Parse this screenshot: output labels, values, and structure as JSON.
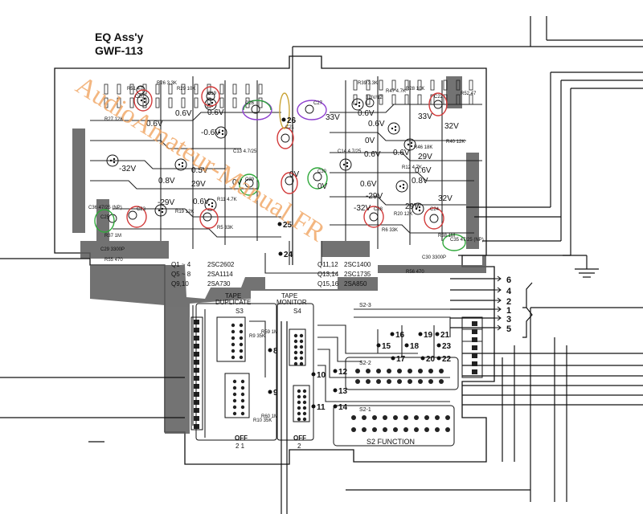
{
  "title": {
    "line1": "EQ Ass'y",
    "line2": "GWF-113"
  },
  "watermark": "AudioAmateur-Manual.FR",
  "voltages": {
    "v1": "0.6V",
    "v2": "0.6V",
    "v3": "0.6V",
    "v4": "-0.6V",
    "v5": "0.5V",
    "v6": "0.8V",
    "v7": "29V",
    "v8": "0V",
    "v9": "0.6V",
    "v10": "-29V",
    "v11": "-32V",
    "v12": "33V",
    "v13": "0.6V",
    "v14": "0.6V",
    "v15": "0V",
    "v16": "0.6V",
    "v17": "0.6V",
    "v18": "29V",
    "v19": "0.6V",
    "v20": "0.8V",
    "v21": "0.6V",
    "v22": "-29V",
    "v23": "29V",
    "v24": "32V",
    "v25": "-32V",
    "v26": "0V",
    "v27": "0V",
    "v28": "32V",
    "v29": "33V"
  },
  "nodes": {
    "n24": "24",
    "n25": "25",
    "n26": "26",
    "n8": "8",
    "n9": "9",
    "n10": "10",
    "n11": "11",
    "n12": "12",
    "n13": "13",
    "n14": "14",
    "n15": "15",
    "n16": "16",
    "n17": "17",
    "n18": "18",
    "n19": "19",
    "n20": "20",
    "n21": "21",
    "n22": "22",
    "n23": "23"
  },
  "transistor_list": {
    "l1": "Q1 ~ 4",
    "l1v": "2SC2602",
    "l2": "Q5 ~ 8",
    "l2v": "2SA1114",
    "l3": "Q9,10",
    "l3v": "2SA730",
    "r1": "Q11,12",
    "r1v": "2SC1400",
    "r2": "Q13,14",
    "r2v": "2SC1735",
    "r3": "Q15,16",
    "r3v": "2SA850"
  },
  "switches": {
    "s3": "S3",
    "s4": "S4",
    "tape_dup": "TAPE",
    "tape_dup2": "DUPLICATE",
    "tape_mon": "TAPE",
    "tape_mon2": "MONITOR",
    "off1": "OFF",
    "off1b": "2 1",
    "off2": "OFF",
    "off2b": "2",
    "s2_function": "S2 FUNCTION",
    "s2_3": "S2-3",
    "s2_2": "S2-2",
    "s2_1": "S2-1"
  },
  "connector": {
    "p6": "6",
    "p4": "4",
    "p2": "2",
    "p1": "1",
    "p3": "3",
    "p5": "5"
  },
  "parts": {
    "c20": "C20",
    "c19": "C19",
    "c21": "C21",
    "c22": "C22",
    "c23": "C23",
    "c24": "C24",
    "c25": "C25",
    "c26": "C26",
    "c27": "C27",
    "c28": "C28",
    "c29": "C29",
    "c30": "C30",
    "r37": "R37 1M",
    "r38": "R38 1M",
    "r55": "R55 470",
    "r56": "R56 470",
    "c29b": "C29 3300P",
    "c30b": "C30 3300P",
    "r52": "R52 47",
    "r51": "R51 47",
    "c31": "3.3V/12",
    "r47": "R47 4.7K",
    "r28": "R28 10K",
    "r29": "R29 10K",
    "r46": "R46 18K",
    "r27": "R27 12K",
    "r26": "R26 3.3K",
    "r40": "R40 12K",
    "r39": "R39 3.3K",
    "c35": "C35 47/25 (NP)",
    "c36": "C36 47/25 (NP)",
    "r19": "R19 12K",
    "r20": "R20 12K",
    "r11": "R11 4.7K",
    "r12": "R12 4.7K",
    "c13": "C13 4.7/25",
    "c14": "C14 4.7/25",
    "r5": "R5 33K",
    "r6": "R6 33K",
    "r59": "R59 1M",
    "r60": "R60 1M",
    "r9": "R9 35K",
    "r10": "R10 35K"
  },
  "annotation_colors": {
    "red": "#d23a3a",
    "green": "#2fa83a",
    "purple": "#8e3fcf",
    "gold": "#c9a437",
    "watermark": "#f0a25c"
  }
}
